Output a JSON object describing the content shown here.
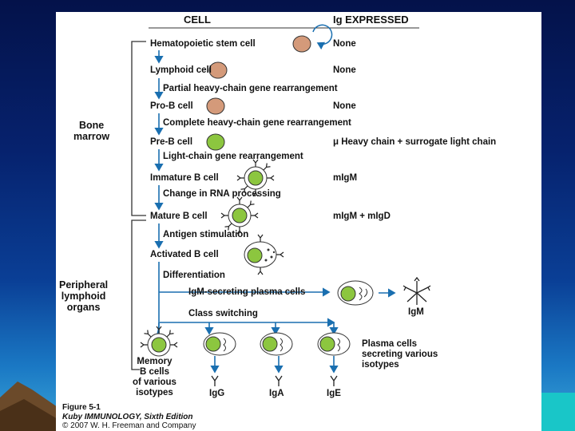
{
  "header": {
    "cell": "CELL",
    "ig": "Ig EXPRESSED"
  },
  "side_labels": {
    "bone_marrow": "Bone\nmarrow",
    "peripheral": "Peripheral\nlymphoid\norgans"
  },
  "stages": [
    {
      "cell": "Hematopoietic stem  cell",
      "ig": "None"
    },
    {
      "cell": "Lymphoid cell",
      "ig": "None"
    },
    {
      "cell": "Pro-B cell",
      "ig": "None"
    },
    {
      "cell": "Pre-B cell",
      "ig": "μ  Heavy chain + surrogate light chain"
    },
    {
      "cell": "Immature B cell",
      "ig": "mIgM"
    },
    {
      "cell": "Mature B cell",
      "ig": "mIgM + mIgD"
    },
    {
      "cell": "Activated B cell",
      "ig": ""
    }
  ],
  "steps": [
    "Partial heavy-chain gene rearrangement",
    "Complete heavy-chain gene rearrangement",
    "Light-chain gene rearrangement",
    "Change in RNA processing",
    "Antigen stimulation",
    "Differentiation"
  ],
  "branches": {
    "igm_plasma": "IgM-secreting plasma cells",
    "igm": "IgM",
    "class_switching": "Class switching",
    "memory": "Memory\nB cells\nof various\nisotypes",
    "plasma_various": "Plasma cells\nsecreting various\nisotypes",
    "isotypes": [
      "IgG",
      "IgA",
      "IgE"
    ]
  },
  "caption": {
    "figure": "Figure 5-1",
    "book": "Kuby IMMUNOLOGY, Sixth Edition",
    "copyright": "© 2007 W. H. Freeman and Company"
  },
  "colors": {
    "arrow": "#1a6fb0",
    "stem_cell": "#d49a7a",
    "b_cell": "#8cc63f",
    "background_top": "#04124a",
    "background_bottom": "#3aa6d8",
    "corner_accent": "#19c6c8"
  }
}
